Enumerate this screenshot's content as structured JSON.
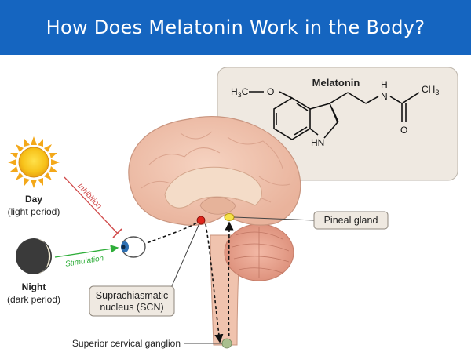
{
  "title": "How Does Melatonin Work in the Body?",
  "day": {
    "label": "Day",
    "sub": "(light period)"
  },
  "night": {
    "label": "Night",
    "sub": "(dark period)"
  },
  "inhibition_label": "Inhibition",
  "stimulation_label": "Stimulation",
  "melatonin": {
    "title": "Melatonin",
    "h3c": "H",
    "h3c_sub": "3",
    "h3c_c": "C",
    "ring_o": "O",
    "amide_n": "N",
    "amide_h": "H",
    "ch3": "CH",
    "ch3_sub": "3",
    "carbonyl_o": "O",
    "hn": "HN"
  },
  "pineal_label": "Pineal gland",
  "scn_label_1": "Suprachiasmatic",
  "scn_label_2": "nucleus (SCN)",
  "scg_label": "Superior cervical ganglion",
  "colors": {
    "header": "#1565c0",
    "inhibition": "#d04a4a",
    "stimulation": "#2fae3a",
    "box": "#efe9e1",
    "brain": "#f2c6b0"
  }
}
